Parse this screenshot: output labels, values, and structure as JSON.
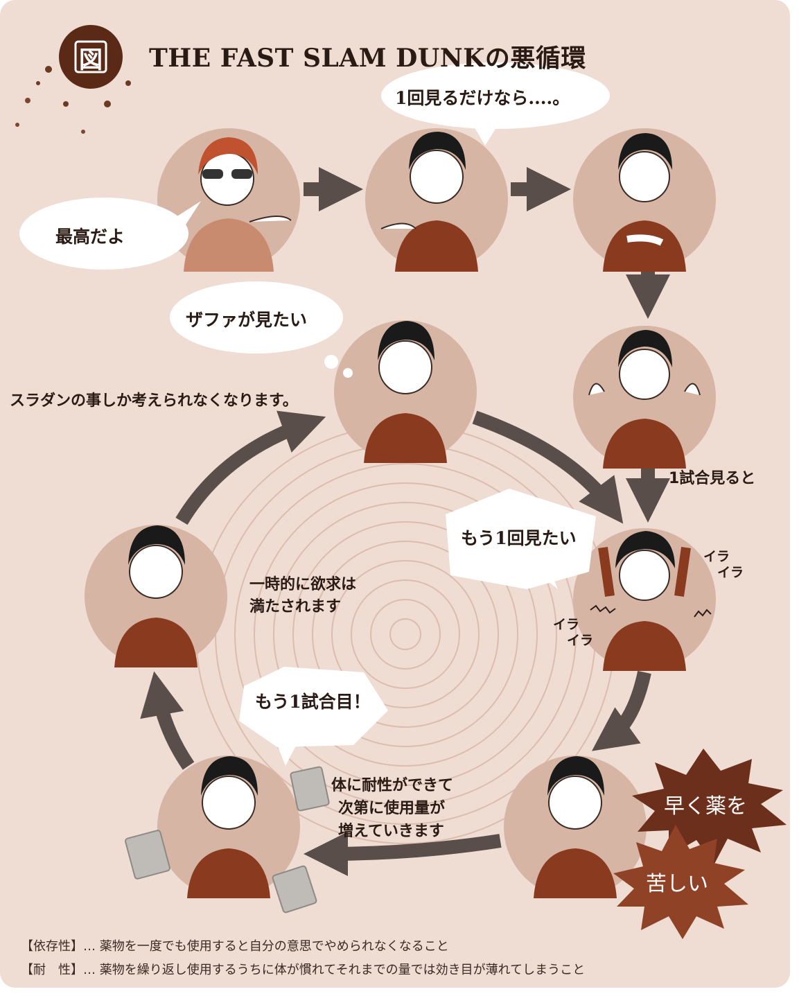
{
  "badge": "図",
  "title": "THE FAST SLAM DUNKの悪循環",
  "bubbles": {
    "best": "最高だよ",
    "just_once": "1回見るだけなら....。",
    "want_zafa": "ザファが見たい",
    "once_more": "もう1回見たい",
    "one_more_game": "もう1試合目！"
  },
  "captions": {
    "only_think": "スラダンの事しか考えられなくなります。",
    "one_game": "1試合見ると",
    "satisfied_1": "一時的に欲求は",
    "satisfied_2": "満たされます",
    "tolerance_1": "体に耐性ができて",
    "tolerance_2": "次第に使用量が",
    "tolerance_3": "増えていきます"
  },
  "irritation": [
    "イラ",
    "イラ"
  ],
  "bursts": {
    "quick_drug": "早く薬を",
    "painful": "苦しい"
  },
  "footnotes": [
    "【依存性】… 薬物を一度でも使用すると自分の意思でやめられなくなること",
    "【耐　性】… 薬物を繰り返し使用するうちに体が慣れてそれまでの量では効き目が薄れてしまうこと"
  ],
  "colors": {
    "background": "#efdcd3",
    "circle": "#d7b5a4",
    "shirt": "#8a3b1f",
    "arrow": "#5a4e4b",
    "burst": "#6b2f1b",
    "badge": "#5b2a17"
  },
  "icons": [
    "person-illustration",
    "arrow",
    "speech-bubble",
    "thought-bubble",
    "burst-shape",
    "drug-packet"
  ]
}
